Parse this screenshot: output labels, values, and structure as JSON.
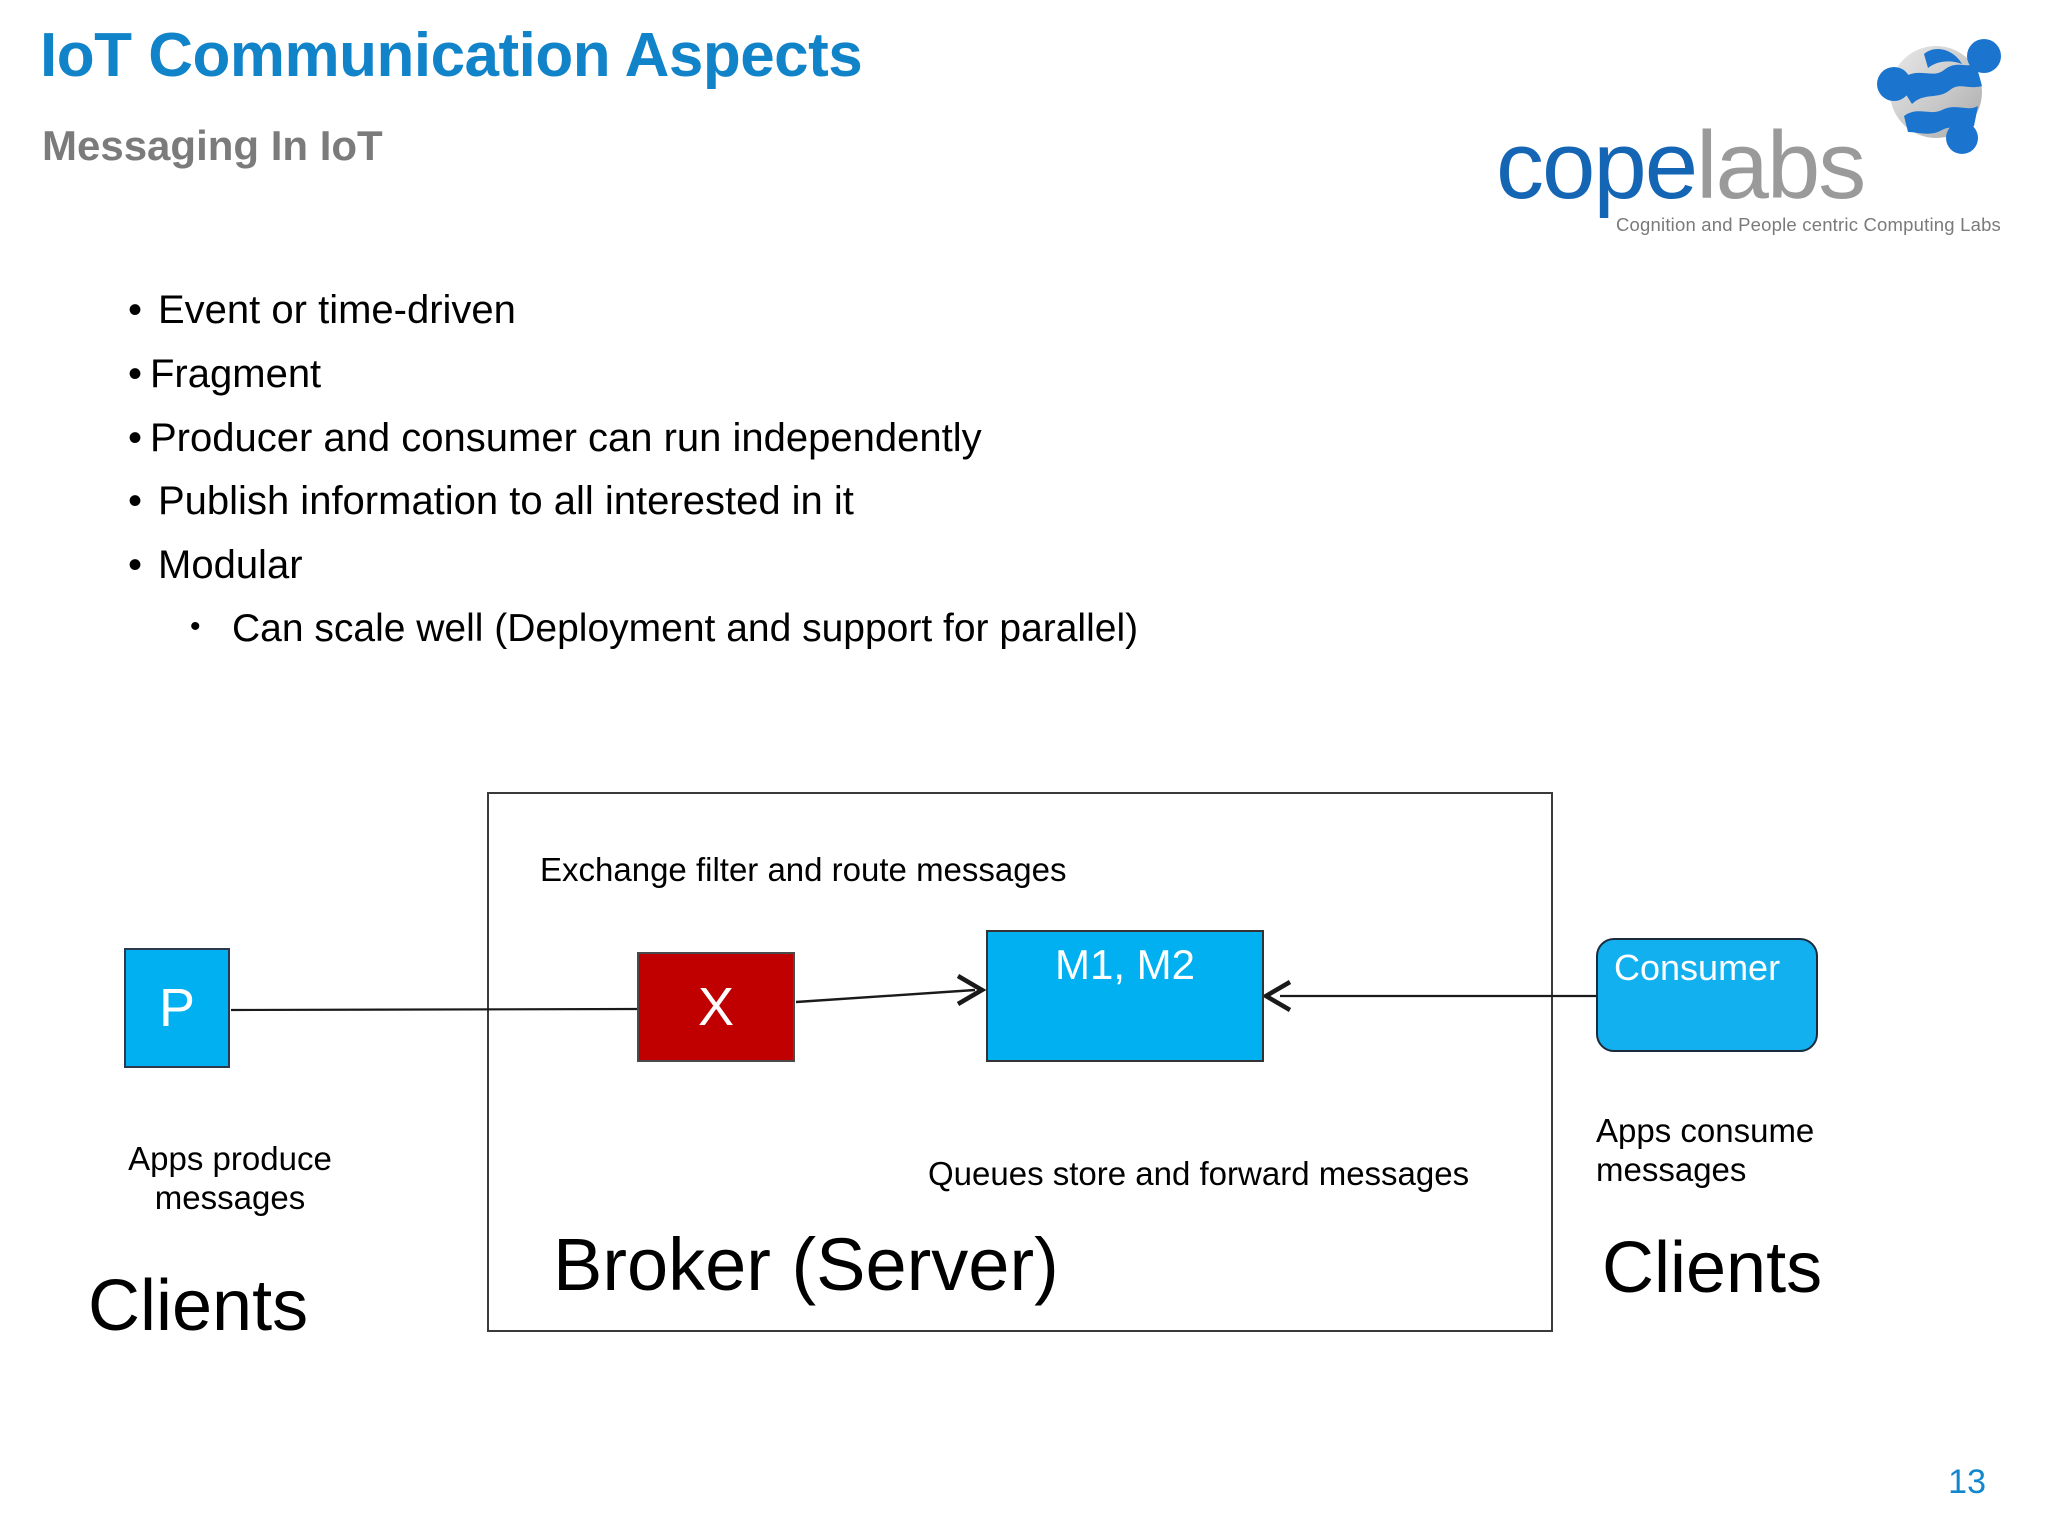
{
  "header": {
    "title": "IoT Communication Aspects",
    "subtitle": "Messaging In IoT"
  },
  "logo": {
    "name_part1": "cope",
    "name_part2": "labs",
    "tagline": "Cognition and People centric Computing Labs",
    "mark_icon": "copelabs-people-sphere-icon",
    "color_blue": "#1565B5",
    "color_gray": "#9A9A9A"
  },
  "bullets": [
    {
      "level": 1,
      "marker": "•",
      "text": "Event or time-driven"
    },
    {
      "level": 1,
      "marker": "•",
      "text": "Fragment"
    },
    {
      "level": 1,
      "marker": "•",
      "text": "Producer and consumer can run independently"
    },
    {
      "level": 1,
      "marker": "•",
      "text": "Publish information to all interested in it"
    },
    {
      "level": 1,
      "marker": "•",
      "text": "Modular"
    },
    {
      "level": 2,
      "marker": "•",
      "text": "Can scale well (Deployment and support for parallel)"
    }
  ],
  "diagram": {
    "broker_label": "Broker (Server)",
    "nodes": {
      "producer": {
        "label": "P",
        "fill": "#00B0F0",
        "text_color": "#FFFFFF"
      },
      "exchange": {
        "label": "X",
        "fill": "#C00000",
        "text_color": "#FFFFFF"
      },
      "queue": {
        "label": "M1, M2",
        "fill": "#00B0F0",
        "text_color": "#FFFFFF"
      },
      "consumer": {
        "label": "Consumer",
        "fill": "#13B0F0",
        "text_color": "#FFFFFF"
      }
    },
    "captions": {
      "exchange": "Exchange filter and route messages",
      "queues": "Queues store and forward messages",
      "produce": "Apps produce messages",
      "consume": "Apps consume messages"
    },
    "clients_left": "Clients",
    "clients_right": "Clients",
    "arrows": [
      {
        "name": "producer-to-exchange",
        "from": "producer",
        "to": "exchange",
        "head": "none"
      },
      {
        "name": "exchange-to-queue",
        "from": "exchange",
        "to": "queue",
        "head": "right"
      },
      {
        "name": "consumer-to-queue",
        "from": "consumer",
        "to": "queue",
        "head": "left"
      }
    ]
  },
  "footer": {
    "page_number": "13",
    "page_number_color": "#1287CE"
  },
  "theme": {
    "title_color": "#1183C9",
    "subtitle_color": "#7B7B7B",
    "background": "#FFFFFF"
  }
}
